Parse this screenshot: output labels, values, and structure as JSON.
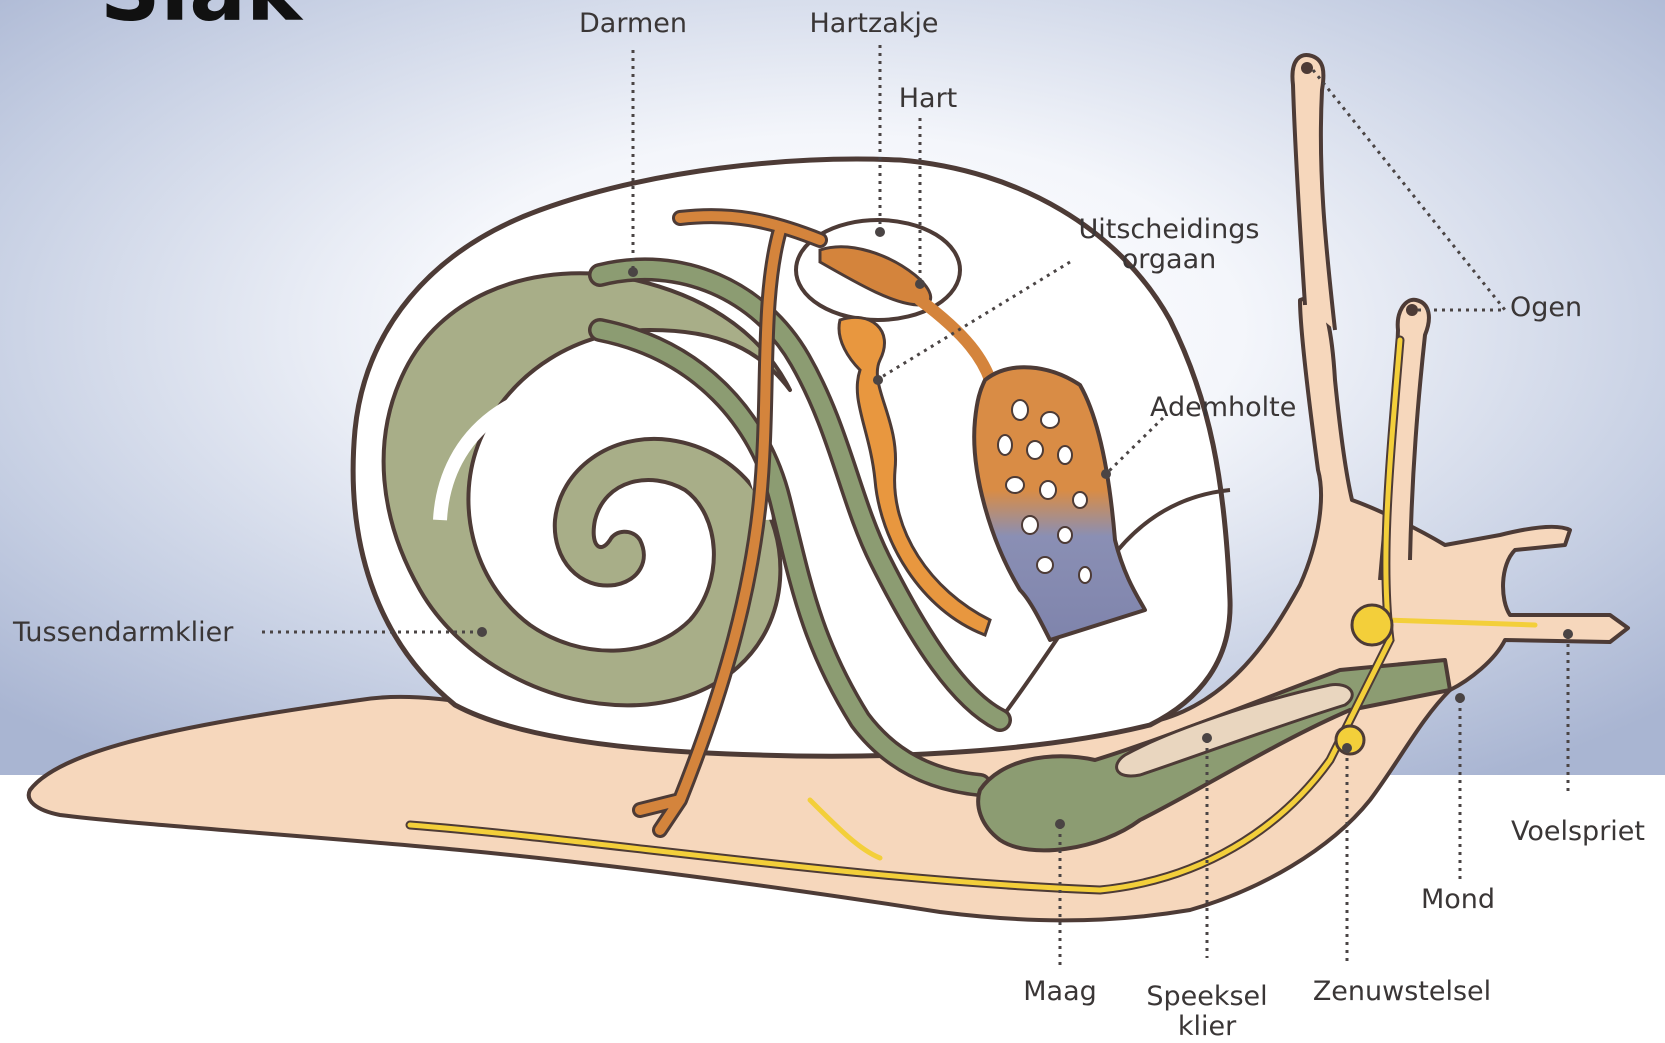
{
  "title": "Slak",
  "labels": {
    "darmen": "Darmen",
    "hartzakje": "Hartzakje",
    "hart": "Hart",
    "uitscheidings_1": "Uitscheidings",
    "uitscheidings_2": "orgaan",
    "ogen": "Ogen",
    "ademholte": "Ademholte",
    "tussendarmklier": "Tussendarmklier",
    "voelspriet": "Voelspriet",
    "mond": "Mond",
    "maag": "Maag",
    "speeksel_1": "Speeksel",
    "speeksel_2": "klier",
    "zenuwstelsel": "Zenuwstelsel"
  },
  "colors": {
    "body": "#f6d7bc",
    "shell": "#ffffff",
    "outline": "#4d3b36",
    "gland": "#a8ae88",
    "intestine": "#8c9c72",
    "heart": "#d4843c",
    "lung_orange": "#d98c45",
    "lung_blue": "#8a8fb4",
    "nerve": "#f3cf3a",
    "salivary": "#e9d6bf",
    "background": "#c9d1e4"
  }
}
